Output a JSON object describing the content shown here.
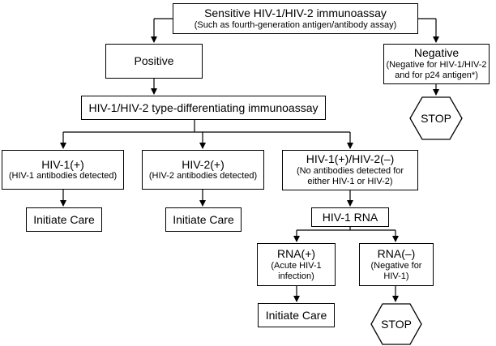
{
  "flowchart": {
    "screening": {
      "title": "Sensitive HIV-1/HIV-2 immunoassay",
      "subtitle": "(Such as fourth-generation antigen/antibody assay)"
    },
    "positive": {
      "label": "Positive"
    },
    "negative": {
      "title": "Negative",
      "line1": "(Negative for HIV-1/HIV-2",
      "line2": "and for p24 antigen*)"
    },
    "stop_negative": {
      "label": "STOP"
    },
    "differentiating": {
      "label": "HIV-1/HIV-2 type-differentiating immunoassay"
    },
    "hiv1_positive": {
      "title": "HIV-1(+)",
      "subtitle": "(HIV-1 antibodies detected)"
    },
    "hiv2_positive": {
      "title": "HIV-2(+)",
      "subtitle": "(HIV-2 antibodies detected)"
    },
    "indeterminate": {
      "title": "HIV-1(+)/HIV-2(–)",
      "line1": "(No antibodies detected for",
      "line2": "either HIV-1 or HIV-2)"
    },
    "care_hiv1": {
      "label": "Initiate Care"
    },
    "care_hiv2": {
      "label": "Initiate Care"
    },
    "hiv1_rna": {
      "label": "HIV-1 RNA"
    },
    "rna_positive": {
      "title": "RNA(+)",
      "line1": "(Acute HIV-1",
      "line2": "infection)"
    },
    "rna_negative": {
      "title": "RNA(–)",
      "line1": "(Negative for",
      "line2": "HIV-1)"
    },
    "care_acute": {
      "label": "Initiate Care"
    },
    "stop_rna": {
      "label": "STOP"
    }
  }
}
